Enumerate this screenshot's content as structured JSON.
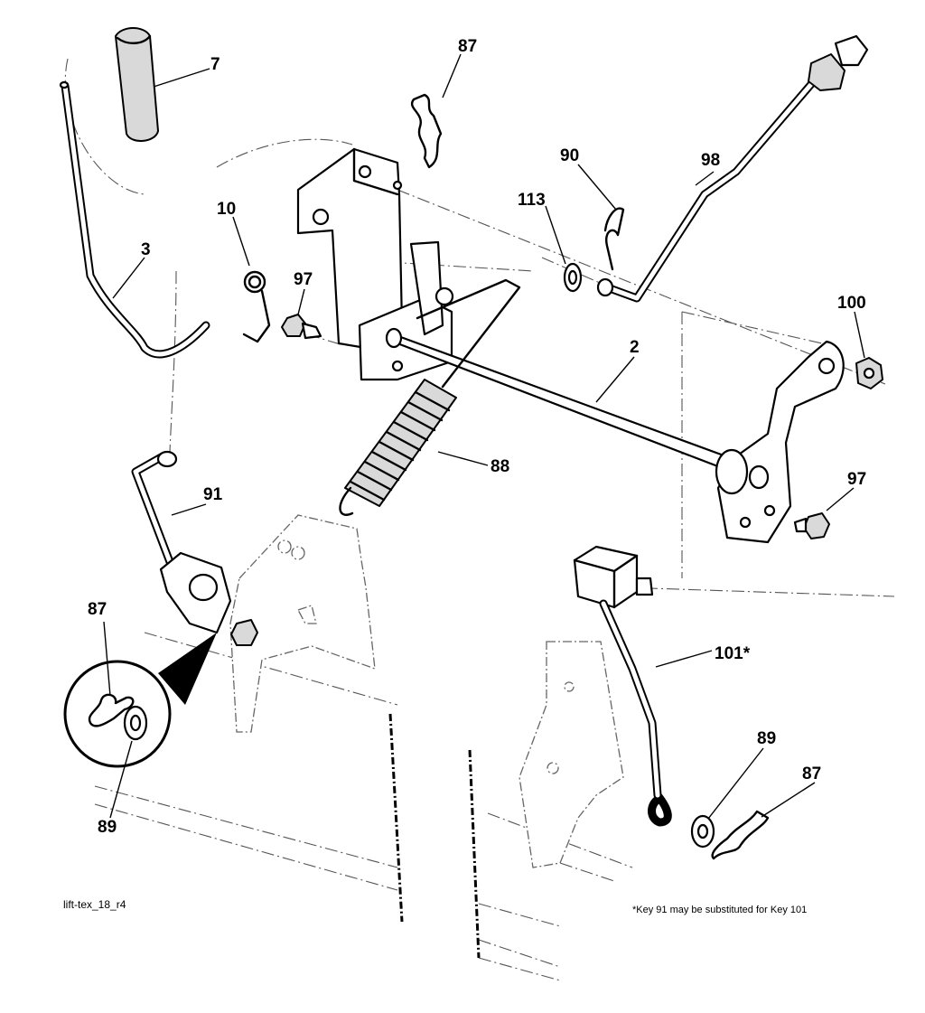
{
  "callouts": {
    "c7": "7",
    "c87_top": "87",
    "c90": "90",
    "c98": "98",
    "c10": "10",
    "c3": "3",
    "c113": "113",
    "c97_left": "97",
    "c100": "100",
    "c2": "2",
    "c88": "88",
    "c97_right": "97",
    "c91": "91",
    "c87_left": "87",
    "c101": "101*",
    "c89_right": "89",
    "c87_right": "87",
    "c89_left": "89"
  },
  "drawing_id": "lift-tex_18_r4",
  "footnote": "*Key 91 may be substituted for Key 101"
}
